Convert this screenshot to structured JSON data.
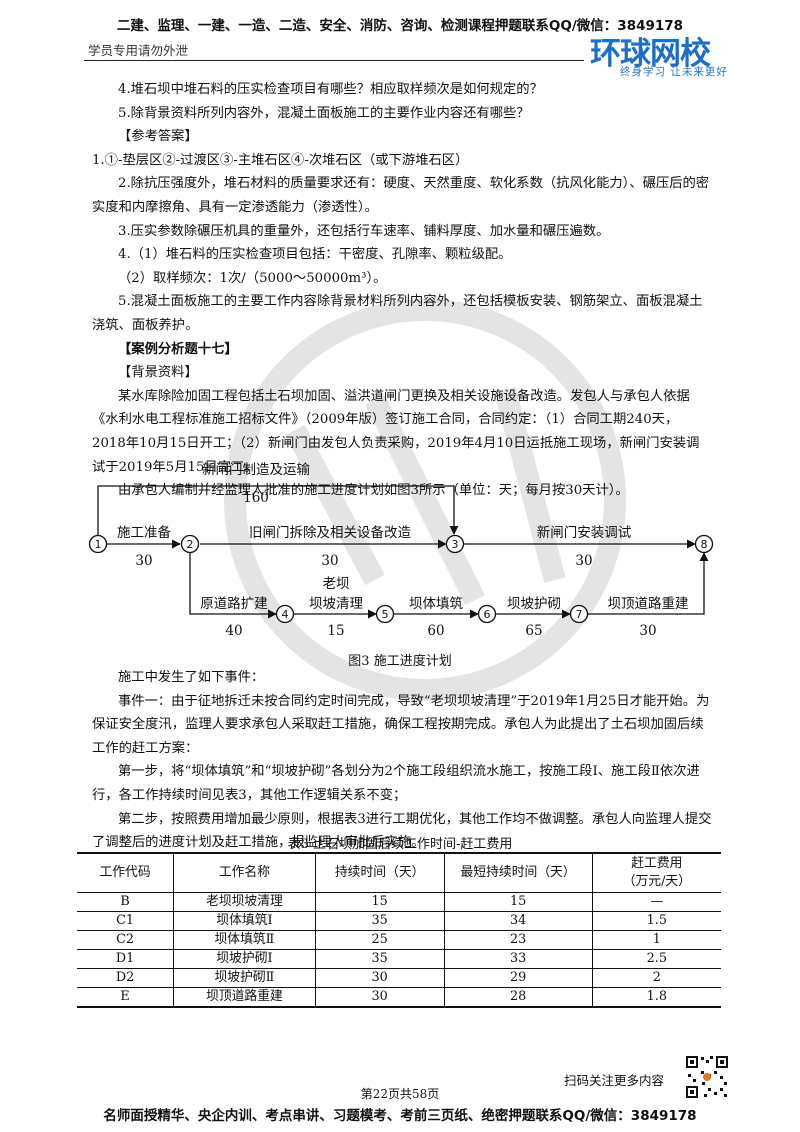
{
  "header": {
    "top_banner": "二建、监理、一建、一造、二造、安全、消防、咨询、检测课程押题联系QQ/微信：3849178",
    "left_note": "学员专用请勿外泄",
    "logo_main": "环球网校",
    "logo_sub": "终身学习  让未来更好"
  },
  "body": {
    "q4": "4.堆石坝中堆石料的压实检查项目有哪些？相应取样频次是如何规定的？",
    "q5": "5.除背景资料所列内容外，混凝土面板施工的主要作业内容还有哪些？",
    "answer_heading": "【参考答案】",
    "a1": "1.①-垫层区②-过渡区③-主堆石区④-次堆石区（或下游堆石区）",
    "a2": "2.除抗压强度外，堆石材料的质量要求还有：硬度、天然重度、软化系数（抗风化能力）、碾压后的密实度和内摩擦角、具有一定渗透能力（渗透性）。",
    "a3": "3.压实参数除碾压机具的重量外，还包括行车速率、铺料厚度、加水量和碾压遍数。",
    "a4_1": "4.（1）堆石料的压实检查项目包括：干密度、孔隙率、颗粒级配。",
    "a4_2": "（2）取样频次：1次/（5000～50000m³）。",
    "a5": "5.混凝土面板施工的主要工作内容除背景材料所列内容外，还包括模板安装、钢筋架立、面板混凝土浇筑、面板养护。",
    "case_heading": "【案例分析题十七】",
    "background_heading": "【背景资料】",
    "bg_p1": "某水库除险加固工程包括土石坝加固、溢洪道闸门更换及相关设施设备改造。发包人与承包人依据《水利水电工程标准施工招标文件》（2009年版）签订施工合同，合同约定：（1）合同工期240天，2018年10月15日开工；（2）新闸门由发包人负责采购，2019年4月10日运抵施工现场，新闸门安装调试于2019年5月15日完工。",
    "bg_p2": "由承包人编制并经监理人批准的施工进度计划如图3所示（单位：天；每月按30天计）。"
  },
  "network": {
    "caption": "图3 施工进度计划",
    "nodes": [
      "1",
      "2",
      "3",
      "4",
      "5",
      "6",
      "7",
      "8"
    ],
    "activities": [
      {
        "from": "1",
        "to": "2",
        "name": "施工准备",
        "duration": "30"
      },
      {
        "from": "2",
        "to": "3",
        "name": "旧闸门拆除及相关设备改造",
        "duration": "30"
      },
      {
        "from": "1",
        "to": "3",
        "name": "新闸门制造及运输",
        "duration": "160"
      },
      {
        "from": "3",
        "to": "8",
        "name": "新闸门安装调试",
        "duration": "30"
      },
      {
        "from": "2",
        "to": "4",
        "name": "原道路扩建",
        "duration": "40"
      },
      {
        "from": "4",
        "to": "5",
        "name": "老坝坝坡清理",
        "name_line1": "老坝",
        "name_line2": "坝坡清理",
        "duration": "15"
      },
      {
        "from": "5",
        "to": "6",
        "name": "坝体填筑",
        "duration": "60"
      },
      {
        "from": "6",
        "to": "7",
        "name": "坝坡护砌",
        "duration": "65"
      },
      {
        "from": "7",
        "to": "8",
        "name": "坝顶道路重建",
        "duration": "30"
      }
    ]
  },
  "events": {
    "intro": "施工中发生了如下事件：",
    "e1": "事件一：由于征地拆迁未按合同约定时间完成，导致“老坝坝坡清理”于2019年1月25日才能开始。为保证安全度汛，监理人要求承包人采取赶工措施，确保工程按期完成。承包人为此提出了土石坝加固后续工作的赶工方案：",
    "e1_step1": "第一步，将“坝体填筑”和“坝坡护砌”各划分为2个施工段组织流水施工，按施工段Ⅰ、施工段Ⅱ依次进行，各工作持续时间见表3，其他工作逻辑关系不变；",
    "e1_step2": "第二步，按照费用增加最少原则，根据表3进行工期优化，其他工作均不做调整。承包人向监理人提交了调整后的进度计划及赶工措施，报监理人审批后实施。"
  },
  "table3": {
    "title": "表3 土石坝加固后续工作时间-赶工费用",
    "headers": [
      "工作代码",
      "工作名称",
      "持续时间（天）",
      "最短持续时间（天）",
      "赶工费用（万元/天）"
    ],
    "header_cost_line1": "赶工费用",
    "header_cost_line2": "（万元/天）",
    "rows": [
      [
        "B",
        "老坝坝坡清理",
        "15",
        "15",
        "—"
      ],
      [
        "C1",
        "坝体填筑Ⅰ",
        "35",
        "34",
        "1.5"
      ],
      [
        "C2",
        "坝体填筑Ⅱ",
        "25",
        "23",
        "1"
      ],
      [
        "D1",
        "坝坡护砌Ⅰ",
        "35",
        "33",
        "2.5"
      ],
      [
        "D2",
        "坝坡护砌Ⅱ",
        "30",
        "29",
        "2"
      ],
      [
        "E",
        "坝顶道路重建",
        "30",
        "28",
        "1.8"
      ]
    ]
  },
  "footer": {
    "scan_text": "扫码关注更多内容",
    "page_number": "第22页共58页",
    "bottom_banner": "名师面授精华、央企内训、考点串讲、习题模考、考前三页纸、绝密押题联系QQ/微信：3849178"
  },
  "colors": {
    "logo_blue": "#1b6fc6",
    "watermark": "#d8d8d8"
  }
}
